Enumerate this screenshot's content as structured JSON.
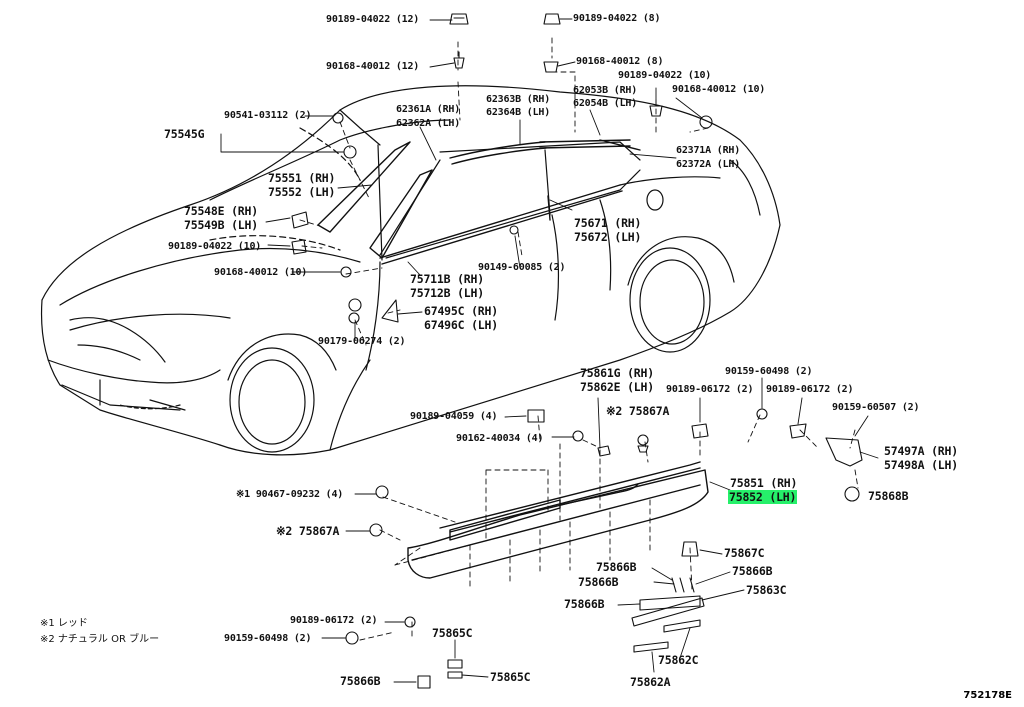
{
  "labels": {
    "p90189_04022_12": "90189-04022 (12)",
    "p90189_04022_8": "90189-04022 (8)",
    "p90168_40012_12": "90168-40012 (12)",
    "p90168_40012_8": "90168-40012 (8)",
    "p62053b": "62053B (RH)",
    "p62054b": "62054B (LH)",
    "p62363b": "62363B (RH)",
    "p62364b": "62364B (LH)",
    "p90189_04022_10a": "90189-04022 (10)",
    "p90168_40012_10a": "90168-40012 (10)",
    "p90541_03112": "90541-03112 (2)",
    "p75545g": "75545G",
    "p62361a": "62361A (RH)",
    "p62362a": "62362A (LH)",
    "p62371a": "62371A (RH)",
    "p62372a": "62372A (LH)",
    "p75551": "75551 (RH)",
    "p75552": "75552 (LH)",
    "p75548e": "75548E (RH)",
    "p75549b": "75549B (LH)",
    "p75671": "75671 (RH)",
    "p75672": "75672 (LH)",
    "p90189_04022_10b": "90189-04022 (10)",
    "p90149_60085": "90149-60085 (2)",
    "p90168_40012_10b": "90168-40012 (10)",
    "p75711b": "75711B (RH)",
    "p75712b": "75712B (LH)",
    "p67495c": "67495C (RH)",
    "p67496c": "67496C (LH)",
    "p90179_06274": "90179-06274 (2)",
    "p75861g": "75861G (RH)",
    "p75862e": "75862E (LH)",
    "p90159_60498_top": "90159-60498 (2)",
    "p90189_06172_a": "90189-06172 (2)",
    "p90189_06172_b": "90189-06172 (2)",
    "p90189_04059": "90189-04059 (4)",
    "p75867a_top": "※2 75867A",
    "p90159_60507": "90159-60507 (2)",
    "p90162_40034": "90162-40034 (4)",
    "p57497a": "57497A (RH)",
    "p57498a": "57498A (LH)",
    "p75851": "75851 (RH)",
    "p75852": "75852 (LH)",
    "p90467": "※1 90467-09232 (4)",
    "p75868b": "75868B",
    "p75867a_left": "※2 75867A",
    "p75867c": "75867C",
    "p75866b_1": "75866B",
    "p75866b_2": "75866B",
    "p75866b_3": "75866B",
    "p75863c": "75863C",
    "p90189_06172_c": "90189-06172 (2)",
    "p90159_60498_bot": "90159-60498 (2)",
    "p75865c_1": "75865C",
    "p75862c": "75862C",
    "p75866b_4": "75866B",
    "p75865c_2": "75865C",
    "p75862a": "75862A"
  },
  "notes": {
    "note1": "※1 レッド",
    "note2": "※2 ナチュラル  OR ブルー"
  },
  "diagram_code": "752178E",
  "highlight_color": "#26f06a"
}
